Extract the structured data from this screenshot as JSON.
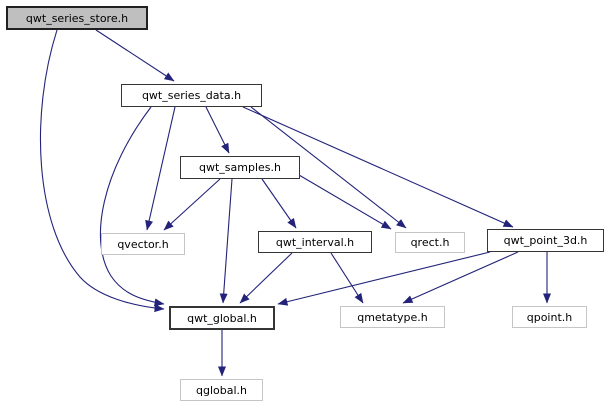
{
  "diagram": {
    "type": "include-dependency-graph",
    "title_node": "qwt_series_store.h",
    "colors": {
      "background": "#ffffff",
      "edge": "#23237a",
      "root_fill": "#bfbfbf",
      "internal_border": "#353535",
      "external_border": "#c5c5c5",
      "text": "#000000"
    },
    "nodes": [
      {
        "id": "qwt_series_store",
        "label": "qwt_series_store.h",
        "kind": "root"
      },
      {
        "id": "qwt_series_data",
        "label": "qwt_series_data.h",
        "kind": "internal"
      },
      {
        "id": "qwt_samples",
        "label": "qwt_samples.h",
        "kind": "internal"
      },
      {
        "id": "qvector",
        "label": "qvector.h",
        "kind": "external"
      },
      {
        "id": "qwt_interval",
        "label": "qwt_interval.h",
        "kind": "internal"
      },
      {
        "id": "qrect",
        "label": "qrect.h",
        "kind": "external"
      },
      {
        "id": "qwt_point_3d",
        "label": "qwt_point_3d.h",
        "kind": "internal"
      },
      {
        "id": "qwt_global",
        "label": "qwt_global.h",
        "kind": "internal"
      },
      {
        "id": "qmetatype",
        "label": "qmetatype.h",
        "kind": "external"
      },
      {
        "id": "qpoint",
        "label": "qpoint.h",
        "kind": "external"
      },
      {
        "id": "qglobal",
        "label": "qglobal.h",
        "kind": "external"
      }
    ],
    "edges": [
      {
        "from": "qwt_series_store",
        "to": "qwt_series_data"
      },
      {
        "from": "qwt_series_store",
        "to": "qwt_global"
      },
      {
        "from": "qwt_series_data",
        "to": "qwt_samples"
      },
      {
        "from": "qwt_series_data",
        "to": "qvector"
      },
      {
        "from": "qwt_series_data",
        "to": "qrect"
      },
      {
        "from": "qwt_series_data",
        "to": "qwt_point_3d"
      },
      {
        "from": "qwt_series_data",
        "to": "qwt_global"
      },
      {
        "from": "qwt_samples",
        "to": "qvector"
      },
      {
        "from": "qwt_samples",
        "to": "qwt_interval"
      },
      {
        "from": "qwt_samples",
        "to": "qrect"
      },
      {
        "from": "qwt_samples",
        "to": "qwt_global"
      },
      {
        "from": "qwt_interval",
        "to": "qwt_global"
      },
      {
        "from": "qwt_interval",
        "to": "qmetatype"
      },
      {
        "from": "qwt_point_3d",
        "to": "qwt_global"
      },
      {
        "from": "qwt_point_3d",
        "to": "qmetatype"
      },
      {
        "from": "qwt_point_3d",
        "to": "qpoint"
      },
      {
        "from": "qwt_global",
        "to": "qglobal"
      }
    ]
  }
}
